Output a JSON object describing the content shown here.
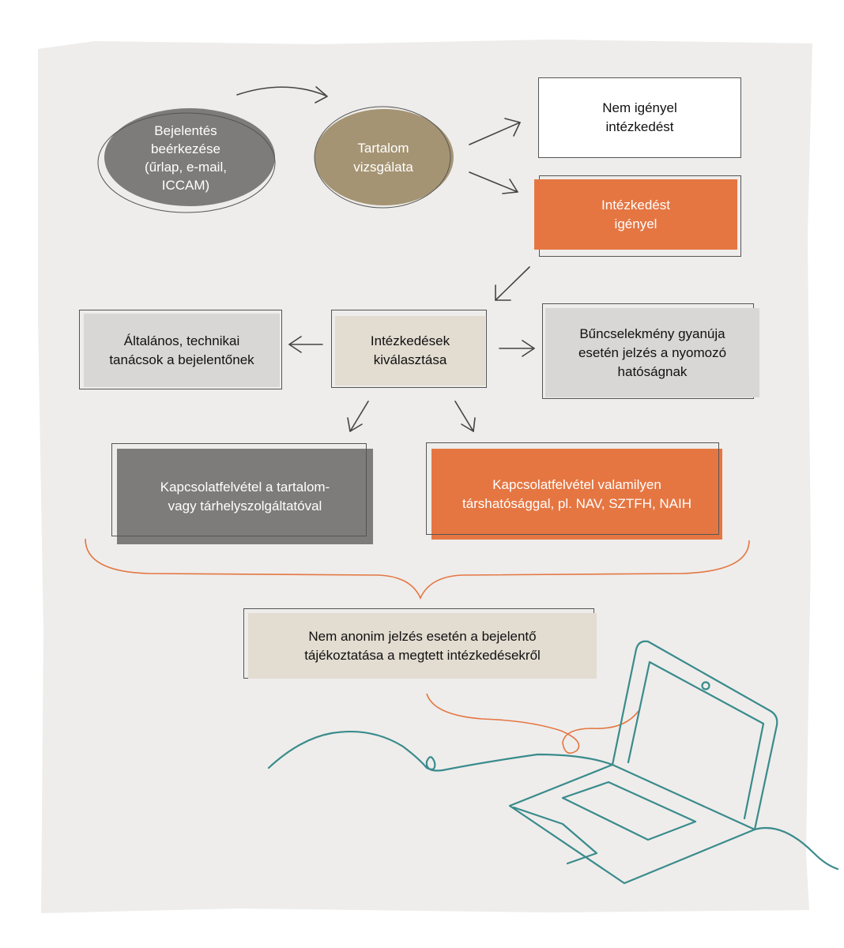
{
  "colors": {
    "panel": "#eeedeb",
    "dark_gray": "#7d7c7a",
    "olive": "#a59473",
    "orange": "#e57642",
    "light_gray": "#d8d7d5",
    "beige": "#e2dcd1",
    "white": "#ffffff",
    "teal": "#3a8b8c"
  },
  "nodes": {
    "report_received": "Bejelentés\nbeérkezése\n(űrlap, e-mail,\nICCAM)",
    "content_review": "Tartalom\nvizsgálata",
    "no_action": "Nem igényel\nintézkedést",
    "action_required": "Intézkedést\nigényel",
    "select_measures": "Intézkedések\nkiválasztása",
    "general_advice": "Általános, technikai\ntanácsok a bejelentőnek",
    "crime_suspicion": "Bűncselekmény gyanúja\nesetén jelzés a nyomozó\nhatóságnak",
    "contact_provider": "Kapcsolatfelvétel a tartalom-\nvagy tárhelyszolgáltatóval",
    "contact_authority": "Kapcsolatfelvétel valamilyen\ntársh atósággal, pl. NAV, SZTFH, NAIH",
    "inform_reporter": "Nem anonim jelzés esetén a bejelentő\ntájékoztatása a megtett intézkedésekről"
  },
  "icons": [
    "arrow-icon",
    "laptop-line-art-icon",
    "curly-brace-icon"
  ]
}
